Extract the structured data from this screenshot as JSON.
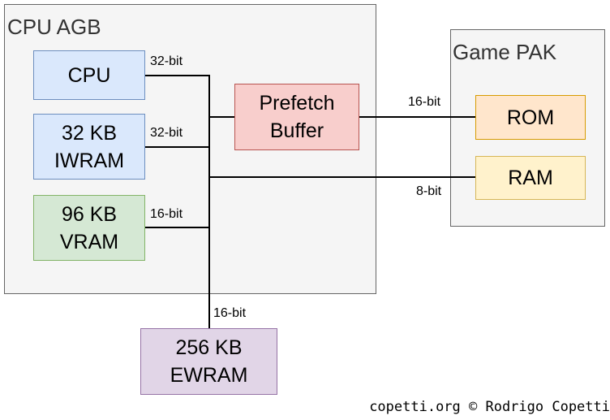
{
  "colors": {
    "group_fill": "#f5f5f5",
    "group_border": "#666666",
    "cpu_fill": "#dae8fc",
    "cpu_border": "#6c8ebf",
    "vram_fill": "#d5e8d4",
    "vram_border": "#82b366",
    "prefetch_fill": "#f8cecc",
    "prefetch_border": "#b85450",
    "rom_fill": "#ffe6cc",
    "rom_border": "#d79b00",
    "ram_fill": "#fff2cc",
    "ram_border": "#d6b656",
    "ewram_fill": "#e1d5e7",
    "ewram_border": "#9673a6"
  },
  "groups": {
    "cpu_agb": "CPU AGB",
    "game_pak": "Game PAK"
  },
  "nodes": {
    "cpu": [
      "CPU"
    ],
    "iwram": [
      "32 KB",
      "IWRAM"
    ],
    "vram": [
      "96 KB",
      "VRAM"
    ],
    "prefetch": [
      "Prefetch",
      "Buffer"
    ],
    "rom": [
      "ROM"
    ],
    "ram": [
      "RAM"
    ],
    "ewram": [
      "256 KB",
      "EWRAM"
    ]
  },
  "edges": {
    "cpu_bus": "32-bit",
    "iwram_bus": "32-bit",
    "vram_bus": "16-bit",
    "rom_bus": "16-bit",
    "ram_bus": "8-bit",
    "ewram_bus": "16-bit"
  },
  "credit": "copetti.org © Rodrigo Copetti"
}
